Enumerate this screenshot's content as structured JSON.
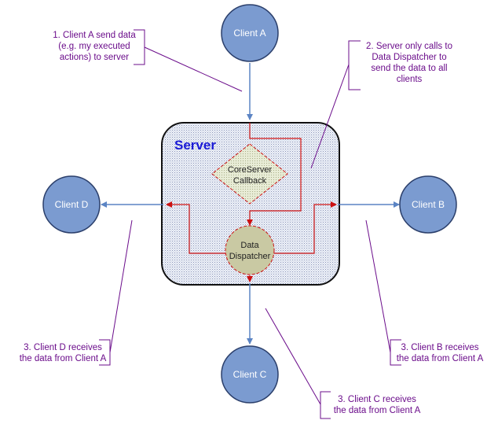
{
  "server": {
    "title": "Server"
  },
  "clients": {
    "a": "Client A",
    "b": "Client B",
    "c": "Client C",
    "d": "Client D"
  },
  "callback": {
    "line1": "CoreServer",
    "line2": "Callback"
  },
  "dispatcher": {
    "line1": "Data",
    "line2": "Dispatcher"
  },
  "annotations": {
    "a": [
      "1. Client A send data",
      "(e.g. my executed",
      "actions) to server"
    ],
    "server": [
      "2. Server only calls to",
      "Data Dispatcher to",
      "send the data to all",
      "clients"
    ],
    "d": [
      "3. Client D receives",
      "the data from Client A"
    ],
    "b": [
      "3. Client B receives",
      "the data from Client A"
    ],
    "c": [
      "3. Client C receives",
      "the data from Client A"
    ]
  },
  "colors": {
    "client_fill": "#7b9bd0",
    "client_stroke": "#2b3f6b",
    "blue_arrow": "#5b84c4",
    "red_line": "#cc1111",
    "annotation": "#6b0d8b",
    "server_title": "#1a1ad6"
  }
}
